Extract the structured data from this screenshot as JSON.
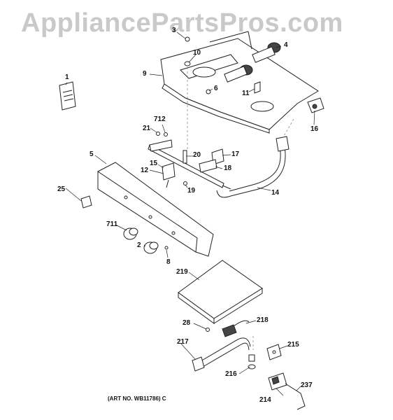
{
  "watermark": "AppliancePartsPros.com",
  "art_number": "(ART NO. WB11786) C",
  "callouts": {
    "c1": "1",
    "c2": "2",
    "c3": "3",
    "c4": "4",
    "c5": "5",
    "c6": "6",
    "c8": "8",
    "c9": "9",
    "c10": "10",
    "c11": "11",
    "c12": "12",
    "c14": "14",
    "c15": "15",
    "c16": "16",
    "c17": "17",
    "c18": "18",
    "c19": "19",
    "c20": "20",
    "c21": "21",
    "c25": "25",
    "c28": "28",
    "c214": "214",
    "c215": "215",
    "c216": "216",
    "c217": "217",
    "c218": "218",
    "c219": "219",
    "c237": "237",
    "c711": "711",
    "c712": "712"
  }
}
